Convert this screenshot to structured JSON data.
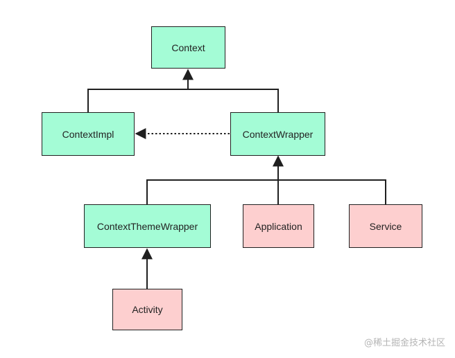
{
  "nodes": {
    "context": "Context",
    "context_impl": "ContextImpl",
    "context_wrapper": "ContextWrapper",
    "context_theme_wrapper": "ContextThemeWrapper",
    "application": "Application",
    "service": "Service",
    "activity": "Activity"
  },
  "colors": {
    "base_class_fill": "#a4fcd6",
    "component_fill": "#fdcfcf",
    "stroke": "#1f1f1f"
  },
  "watermark": "@稀土掘金技术社区"
}
